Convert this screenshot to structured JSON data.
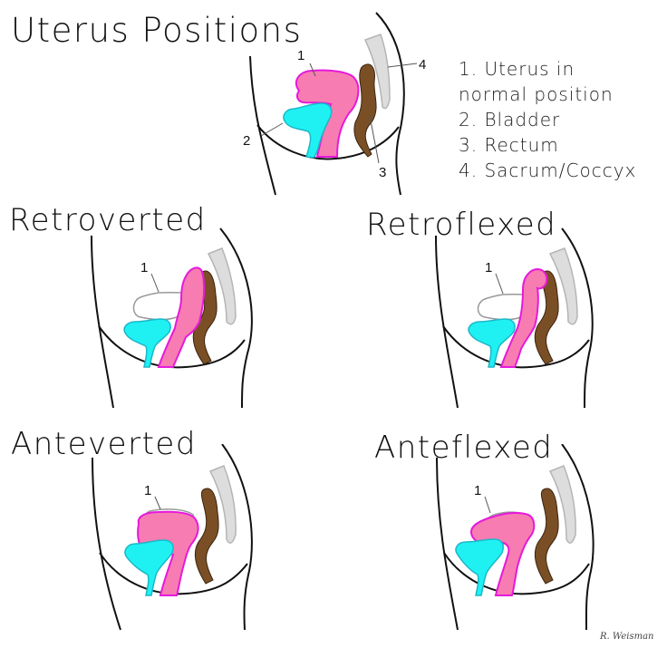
{
  "title": "Uterus Positions",
  "legend": [
    "1. Uterus in",
    "normal position",
    "2. Bladder",
    "3. Rectum",
    "4. Sacrum/Coccyx"
  ],
  "panels": {
    "normal": {
      "labels": [
        "1",
        "2",
        "3",
        "4"
      ]
    },
    "retroverted": {
      "title": "Retroverted",
      "label": "1"
    },
    "retroflexed": {
      "title": "Retroflexed",
      "label": "1"
    },
    "anteverted": {
      "title": "Anteverted",
      "label": "1"
    },
    "anteflexed": {
      "title": "Anteflexed",
      "label": "1"
    }
  },
  "colors": {
    "uterus_fill": "#f77cb1",
    "uterus_outline": "#e619dc",
    "bladder_fill": "#1ff1f3",
    "bladder_outline": "#19b8c8",
    "rectum_fill": "#7a4f25",
    "rectum_outline": "#3b2410",
    "sacrum_fill": "#dddddd",
    "sacrum_outline": "#b5b5b5",
    "body_outline": "#111111"
  },
  "signature": "R. Weisman"
}
